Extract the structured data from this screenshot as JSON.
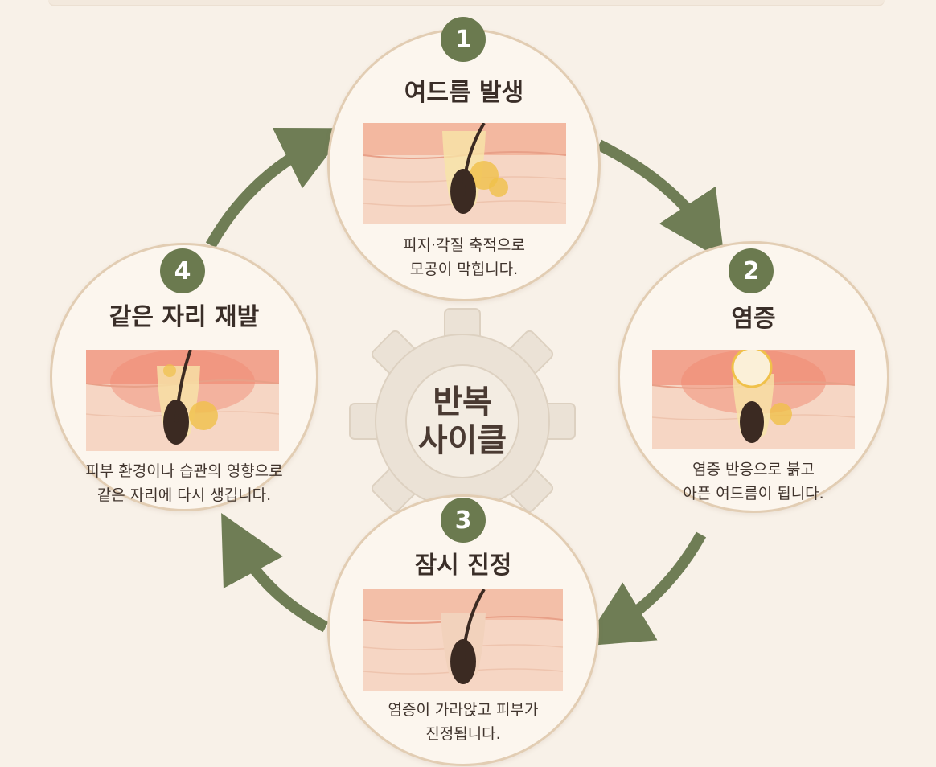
{
  "center": {
    "line1": "반복",
    "line2": "사이클"
  },
  "stages": [
    {
      "number": "1",
      "title": "여드름 발생",
      "desc1": "피지·각질 축적으로",
      "desc2": "모공이 막힙니다."
    },
    {
      "number": "2",
      "title": "염증",
      "desc1": "염증 반응으로 붉고",
      "desc2": "아픈 여드름이 됩니다."
    },
    {
      "number": "3",
      "title": "잠시 진정",
      "desc1": "염증이 가라앉고 피부가",
      "desc2": "진정됩니다."
    },
    {
      "number": "4",
      "title": "같은 자리 재발",
      "desc1": "피부 환경이나 습관의 영향으로",
      "desc2": "같은 자리에 다시 생깁니다."
    }
  ],
  "colors": {
    "arrow": "#6f7d55",
    "badge": "#6b7a4f",
    "gear": "#ebe2d6",
    "skin": "#f6d6c4",
    "inflamed": "#f2a48f",
    "sebum": "#f0c14a",
    "hair": "#3b2a22"
  },
  "icons": [
    "gear-icon",
    "cycle-arrow-icon",
    "skin-cross-section-icon",
    "hair-follicle-icon"
  ]
}
